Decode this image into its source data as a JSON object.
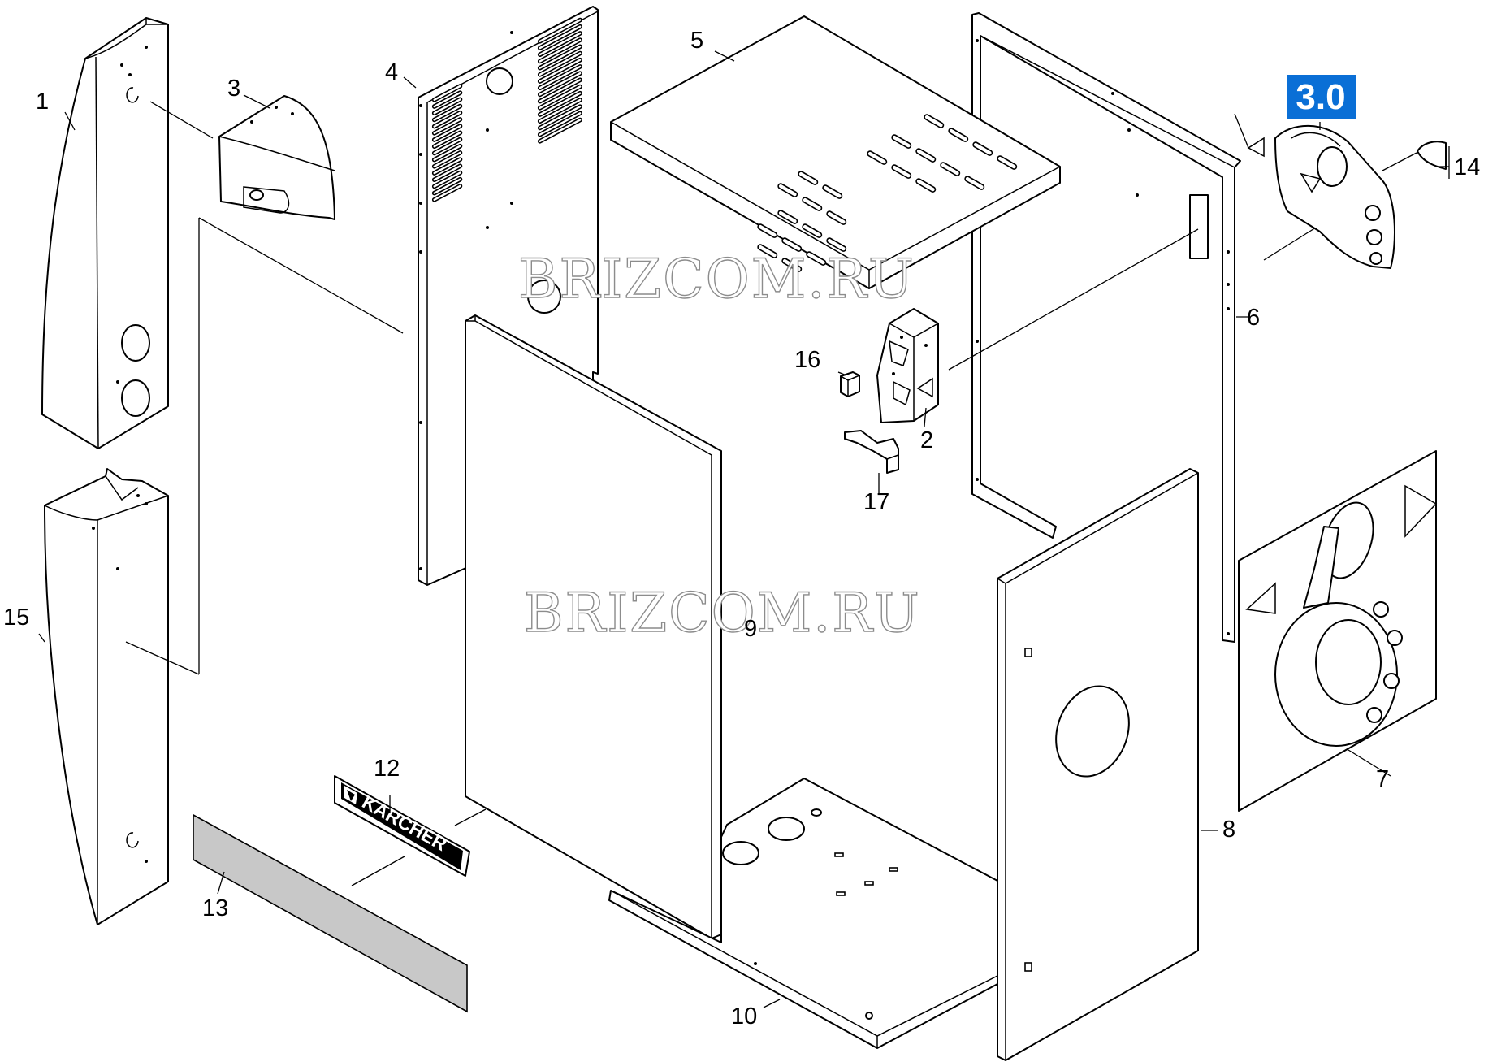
{
  "watermarks": [
    "BRIZCOM.RU",
    "BRIZCOM.RU"
  ],
  "callouts": {
    "c1": "1",
    "c2": "2",
    "c3": "3",
    "c4": "4",
    "c5": "5",
    "c6": "6",
    "c7": "7",
    "c8": "8",
    "c9": "9",
    "c10": "10",
    "c12": "12",
    "c13": "13",
    "c14": "14",
    "c15": "15",
    "c16": "16",
    "c17": "17"
  },
  "assembly_badge": {
    "label": "3.0",
    "color": "#0a6fd6",
    "text_color": "#ffffff"
  },
  "logo": {
    "text": "KARCHER"
  }
}
